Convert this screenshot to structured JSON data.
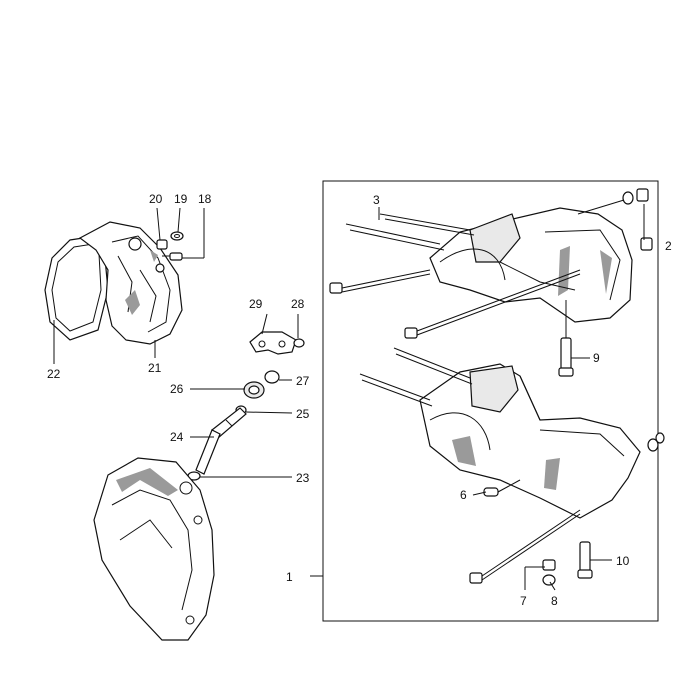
{
  "callouts": {
    "c1": "1",
    "c2": "2",
    "c3": "3",
    "c6": "6",
    "c7": "7",
    "c8": "8",
    "c9": "9",
    "c10": "10",
    "c18": "18",
    "c19": "19",
    "c20": "20",
    "c21": "21",
    "c22": "22",
    "c23": "23",
    "c24": "24",
    "c25": "25",
    "c26": "26",
    "c27": "27",
    "c28": "28",
    "c29": "29"
  }
}
